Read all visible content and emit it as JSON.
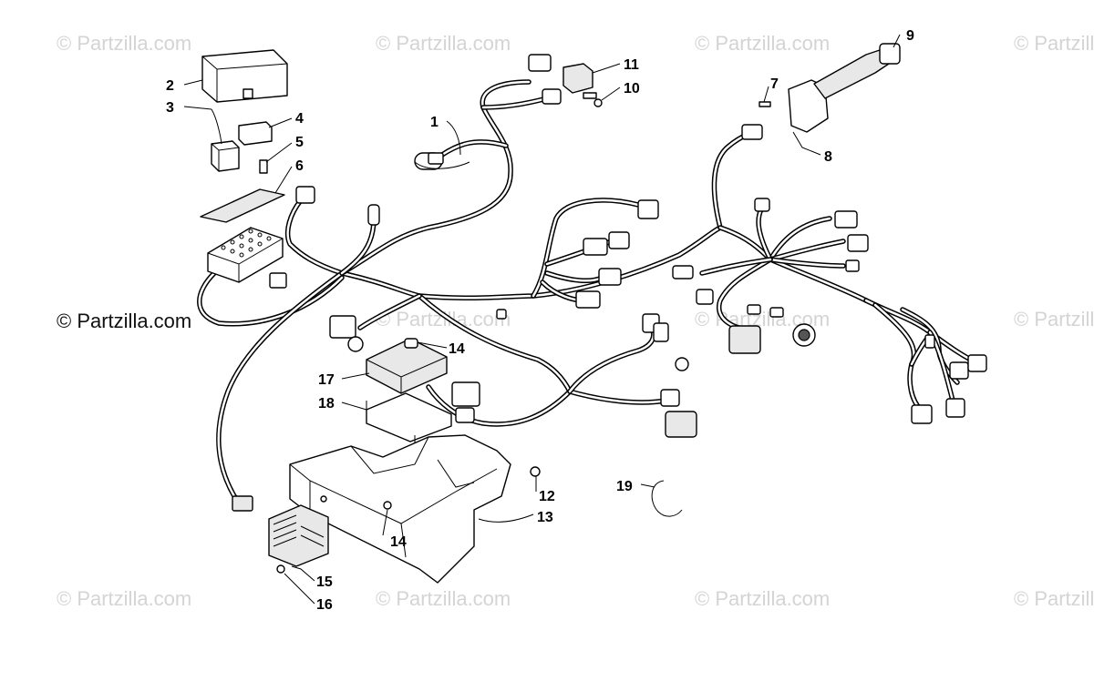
{
  "watermarks": {
    "repeat_text": "© Partzilla.com",
    "prominent_text": "© Partzilla.com"
  },
  "callouts": [
    {
      "id": "1",
      "label": "1"
    },
    {
      "id": "2",
      "label": "2"
    },
    {
      "id": "3",
      "label": "3"
    },
    {
      "id": "4",
      "label": "4"
    },
    {
      "id": "5",
      "label": "5"
    },
    {
      "id": "6",
      "label": "6"
    },
    {
      "id": "7",
      "label": "7"
    },
    {
      "id": "8",
      "label": "8"
    },
    {
      "id": "9",
      "label": "9"
    },
    {
      "id": "10",
      "label": "10"
    },
    {
      "id": "11",
      "label": "11"
    },
    {
      "id": "12",
      "label": "12"
    },
    {
      "id": "13",
      "label": "13"
    },
    {
      "id": "14a",
      "label": "14"
    },
    {
      "id": "14b",
      "label": "14"
    },
    {
      "id": "15",
      "label": "15"
    },
    {
      "id": "16",
      "label": "16"
    },
    {
      "id": "17",
      "label": "17"
    },
    {
      "id": "18",
      "label": "18"
    },
    {
      "id": "19",
      "label": "19"
    }
  ],
  "colors": {
    "line": "#000000",
    "background": "#ffffff",
    "watermark": "#d4d4d4"
  }
}
